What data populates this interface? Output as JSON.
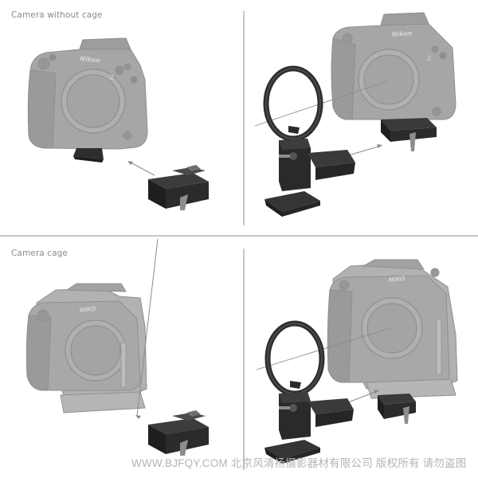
{
  "sections": [
    {
      "title": "Camera without cage",
      "panels": [
        {
          "id": "tl",
          "content": "Camera body with baseplate + quick release clamp",
          "camera_brand_mark": "Nikon",
          "camera_model_mark": "Z"
        },
        {
          "id": "tr",
          "content": "Rotatable horizontal-to-vertical mount plate attaching to camera",
          "camera_brand_mark": "Nikon",
          "camera_model_mark": "Z"
        }
      ]
    },
    {
      "title": "Camera cage",
      "panels": [
        {
          "id": "bl",
          "content": "Camera in cage + quick release clamp",
          "camera_brand_mark": "NIKO"
        },
        {
          "id": "br",
          "content": "Rotatable mount plate attaching to caged camera",
          "camera_brand_mark": "NIKO"
        }
      ]
    }
  ],
  "watermark": "WWW.BJFQY.COM 北京风清扬摄影器材有限公司 版权所有 请勿盗图",
  "colors": {
    "background": "#ffffff",
    "divider": "#c6c6c6",
    "label_text": "#8a8a8a",
    "camera_gray": "#a9a9a9",
    "accessory_black": "#2a2a2a",
    "watermark": "#b4b4b4"
  }
}
